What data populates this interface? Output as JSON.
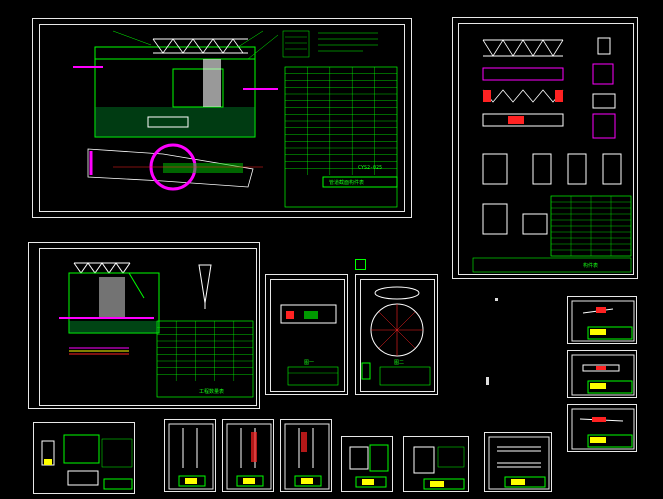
{
  "canvas": {
    "background": "#000000",
    "line_color": "#00ff00",
    "frame_color": "#e8e8e8",
    "accent_magenta": "#ff00ff",
    "accent_red": "#ff2020",
    "accent_yellow": "#ffff00"
  },
  "sheets": {
    "main": {
      "table_title": "管道截面构件表",
      "stamp": "CYS2-025"
    },
    "truss": {
      "table_title": "构件表"
    },
    "section": {
      "table_title": "工程数量表"
    },
    "detail_a": {
      "label": "图一"
    },
    "detail_b": {
      "label": "图二"
    }
  }
}
